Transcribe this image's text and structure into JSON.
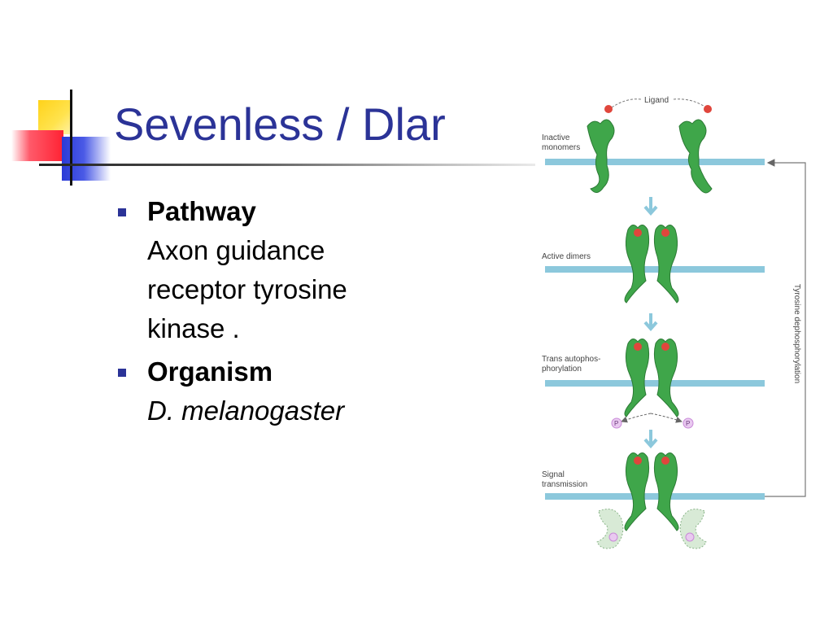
{
  "slide": {
    "title": "Sevenless / Dlar",
    "bullets": [
      {
        "heading": "Pathway",
        "lines": [
          "Axon guidance",
          "receptor tyrosine",
          "kinase ."
        ]
      },
      {
        "heading": "Organism",
        "lines": [
          "D. melanogaster"
        ]
      }
    ]
  },
  "figure": {
    "ligand_label": "Ligand",
    "stages": [
      [
        "Inactive",
        "monomers"
      ],
      [
        "Active dimers"
      ],
      [
        "Trans autophos-",
        "phorylation"
      ],
      [
        "Signal",
        "transmission"
      ]
    ],
    "side_label": "Tyrosine dephosphorylation",
    "phospho_label": "P"
  },
  "colors": {
    "title": "#2b3397",
    "receptor": "#3fa64a",
    "membrane": "#8cc8dc",
    "ligand": "#e0463c",
    "phospho": "#c98ad8"
  }
}
